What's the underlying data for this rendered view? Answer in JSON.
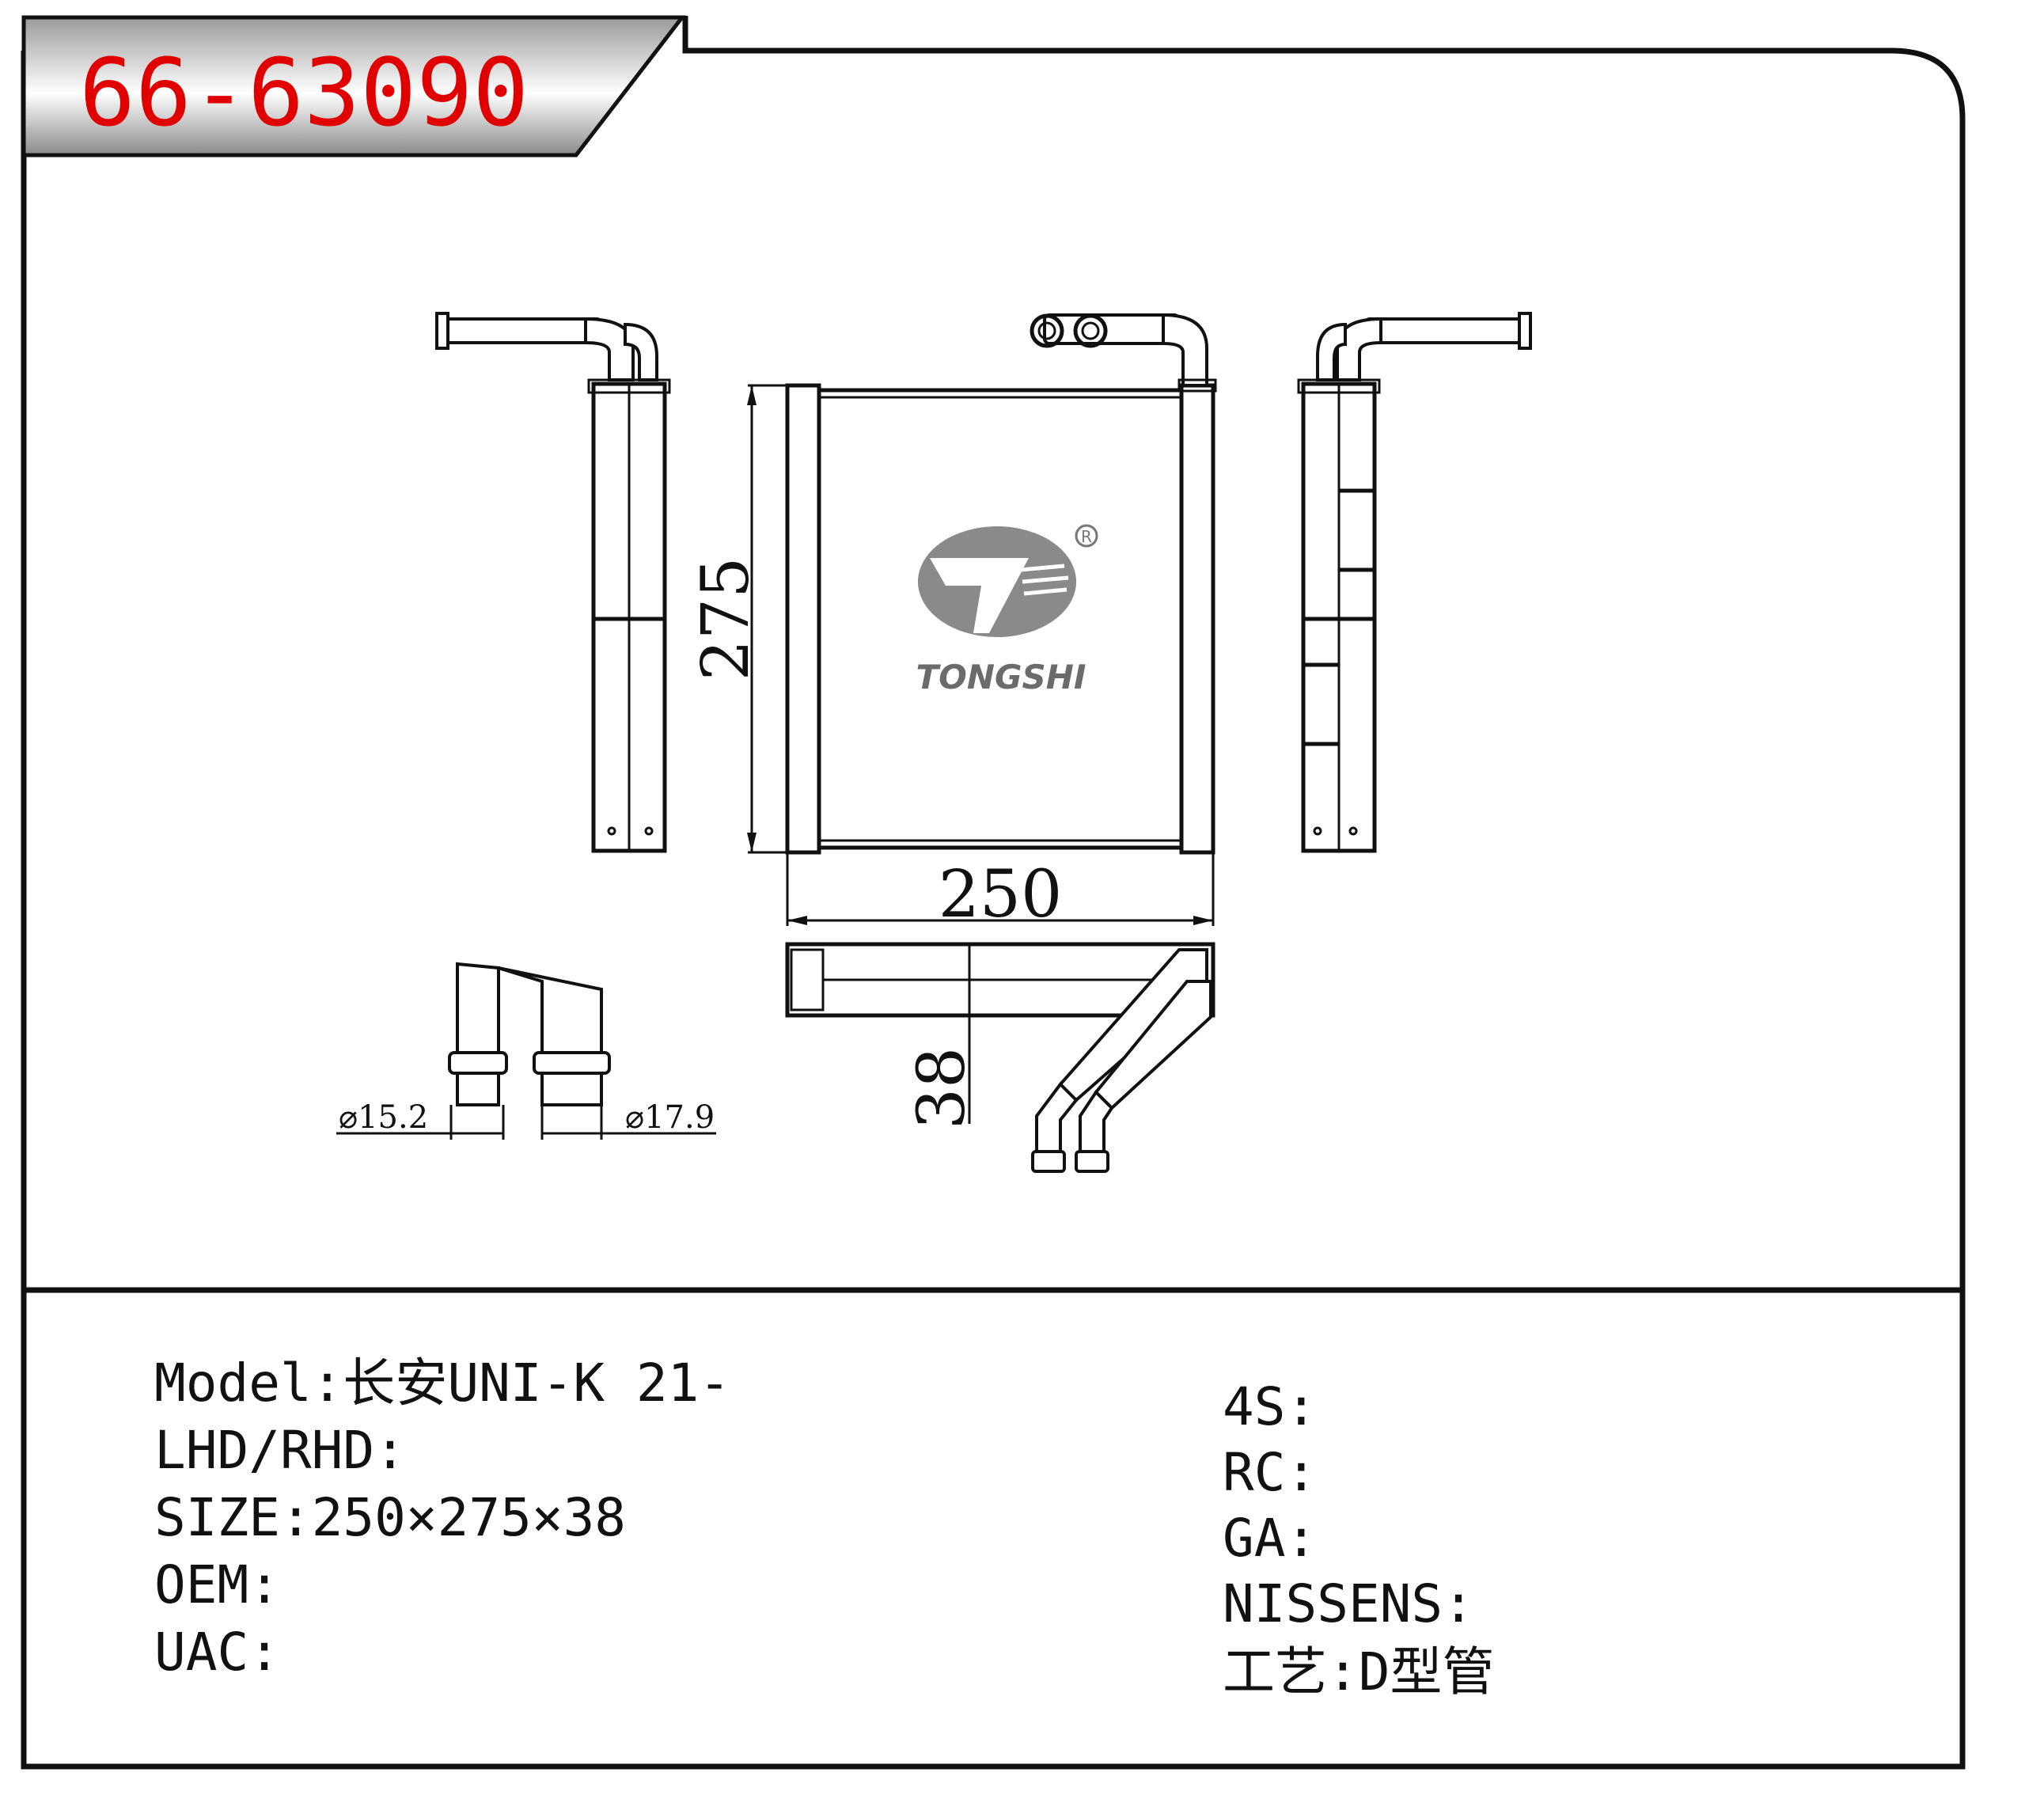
{
  "part_number": "66-63090",
  "dimensions": {
    "width": "250",
    "height": "275",
    "depth": "38",
    "inlet_diameter": "⌀15.2",
    "outlet_diameter": "⌀17.9"
  },
  "logo": {
    "brand": "TONGSHI",
    "registered_mark": "R"
  },
  "specs_left": [
    {
      "label": "Model:",
      "value": "长安UNI-K 21-"
    },
    {
      "label": "LHD/RHD:",
      "value": ""
    },
    {
      "label": "SIZE:",
      "value": "250×275×38"
    },
    {
      "label": "OEM:",
      "value": ""
    },
    {
      "label": "UAC:",
      "value": ""
    }
  ],
  "specs_right": [
    {
      "label": "4S:",
      "value": ""
    },
    {
      "label": "RC:",
      "value": ""
    },
    {
      "label": "GA:",
      "value": ""
    },
    {
      "label": "NISSENS:",
      "value": ""
    },
    {
      "label": "工艺:",
      "value": "D型管"
    }
  ]
}
